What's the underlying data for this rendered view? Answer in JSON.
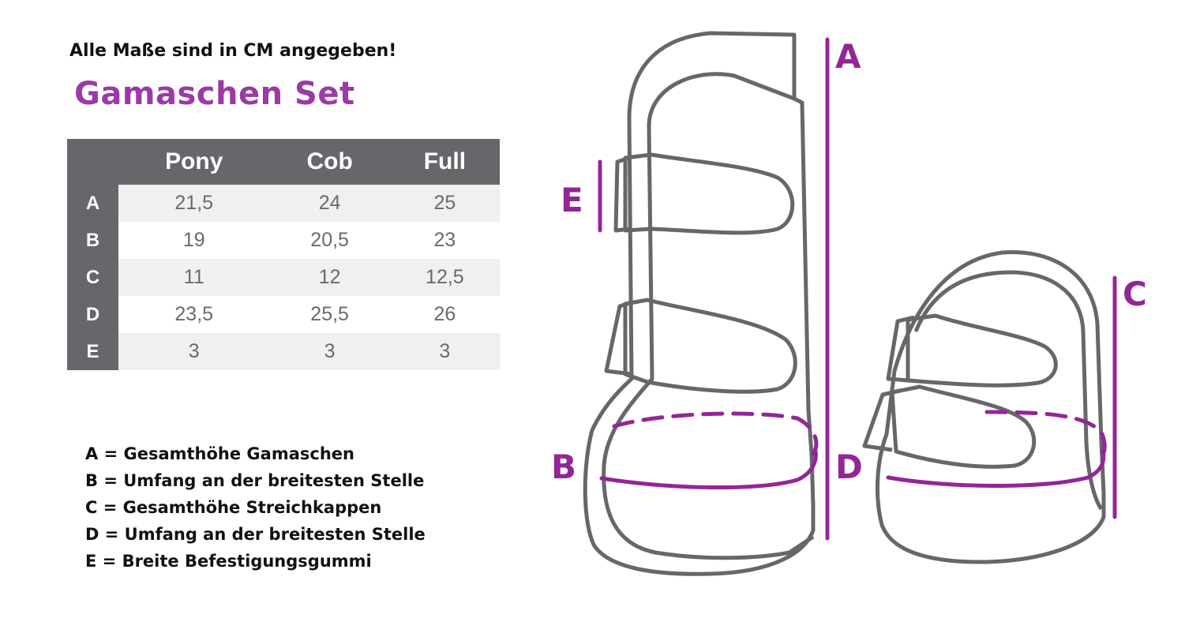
{
  "note": "Alle Maße sind in CM angegeben!",
  "title": "Gamaschen Set",
  "table": {
    "columns": [
      "Pony",
      "Cob",
      "Full"
    ],
    "rows": [
      {
        "label": "A",
        "values": [
          "21,5",
          "24",
          "25"
        ]
      },
      {
        "label": "B",
        "values": [
          "19",
          "20,5",
          "23"
        ]
      },
      {
        "label": "C",
        "values": [
          "11",
          "12",
          "12,5"
        ]
      },
      {
        "label": "D",
        "values": [
          "23,5",
          "25,5",
          "26"
        ]
      },
      {
        "label": "E",
        "values": [
          "3",
          "3",
          "3"
        ]
      }
    ]
  },
  "legend": [
    "A = Gesamthöhe Gamaschen",
    "B = Umfang an der breitesten Stelle",
    "C = Gesamthöhe Streichkappen",
    "D = Umfang an der breitesten Stelle",
    "E = Breite Befestigungsgummi"
  ],
  "diagram": {
    "labels": {
      "a": "A",
      "b": "B",
      "c": "C",
      "d": "D",
      "e": "E"
    }
  },
  "colors": {
    "accent": "#932697",
    "title": "#9b3aa6",
    "outline": "#67676b",
    "table_header": "#67676b"
  }
}
